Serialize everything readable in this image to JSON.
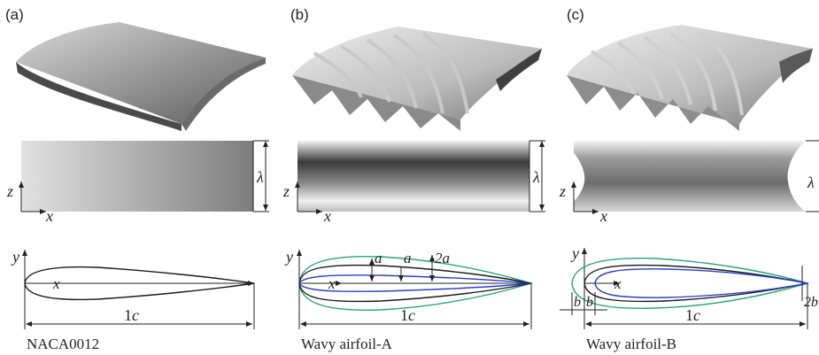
{
  "panels": [
    {
      "tag": "(a)",
      "name": "NACA0012",
      "span_label": "λ",
      "chord_label": "1c"
    },
    {
      "tag": "(b)",
      "name": "Wavy airfoil-A",
      "span_label": "λ",
      "chord_label": "1c",
      "dims": [
        "a",
        "a",
        "2a"
      ]
    },
    {
      "tag": "(c)",
      "name": "Wavy airfoil-B",
      "span_label": "λ",
      "chord_label": "1c",
      "dims": [
        "b",
        "b",
        "2b"
      ]
    }
  ],
  "axes": {
    "x": "x",
    "y": "y",
    "z": "z"
  },
  "colors": {
    "outline": "#1a1a1a",
    "wavy_blue": "#2b3fc8",
    "wavy_green": "#2aa37a"
  }
}
